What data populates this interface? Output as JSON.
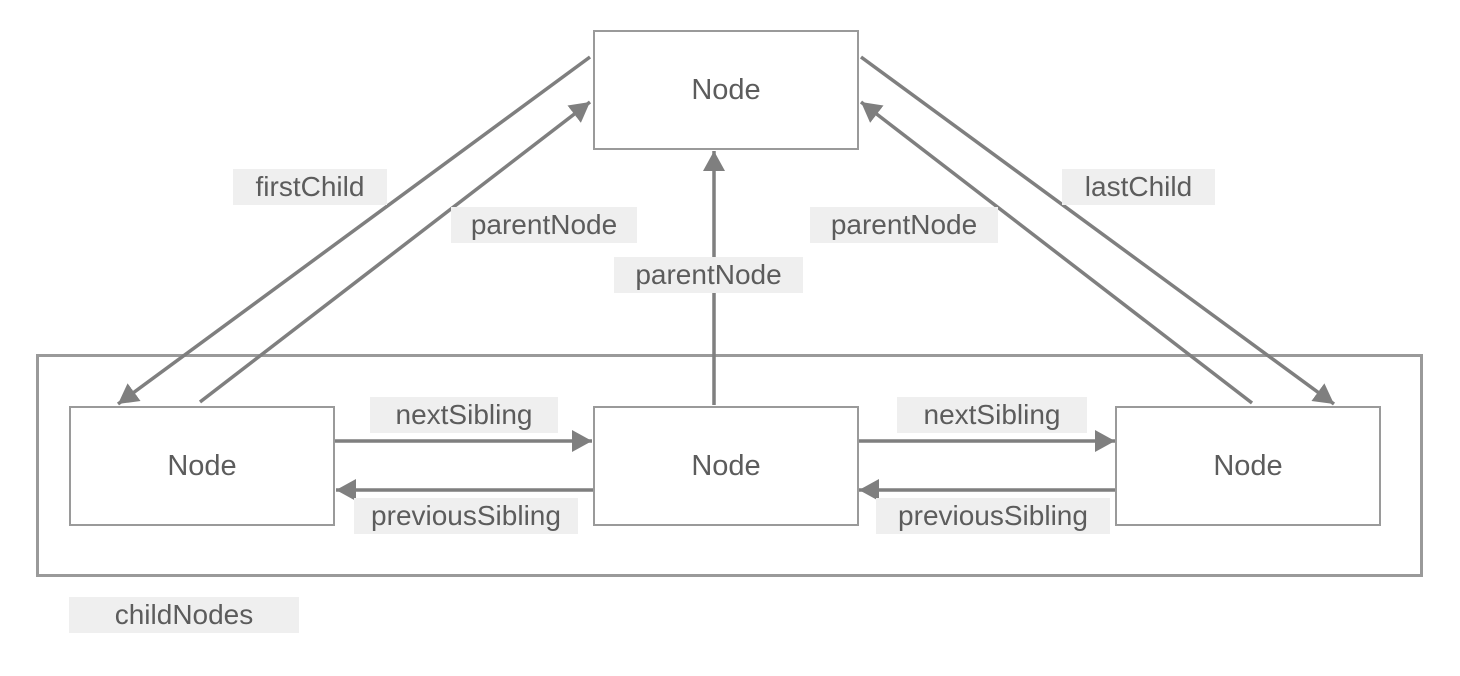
{
  "colors": {
    "line": "#7f7f7f",
    "border": "#9a9a9a",
    "label_bg": "#efefef",
    "text": "#5c5c5c"
  },
  "nodes": {
    "parent": "Node",
    "left_child": "Node",
    "middle_child": "Node",
    "right_child": "Node"
  },
  "labels": {
    "first_child": "firstChild",
    "last_child": "lastChild",
    "parent_node_left": "parentNode",
    "parent_node_middle": "parentNode",
    "parent_node_right": "parentNode",
    "next_sibling_left": "nextSibling",
    "next_sibling_right": "nextSibling",
    "previous_sibling_left": "previousSibling",
    "previous_sibling_right": "previousSibling",
    "child_nodes": "childNodes"
  }
}
